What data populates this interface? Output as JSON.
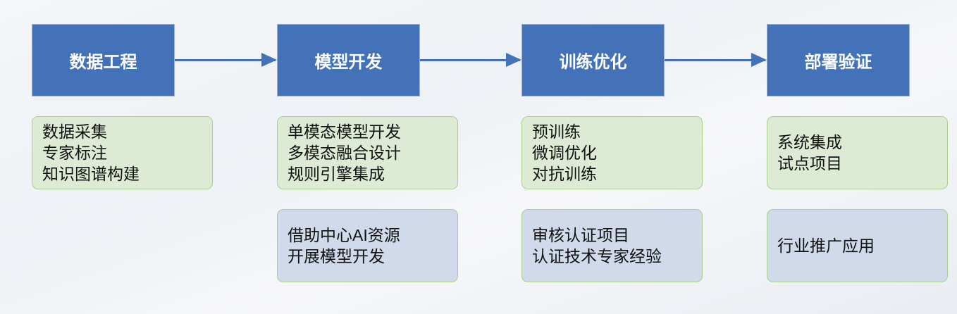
{
  "stages": [
    {
      "title": "数据工程",
      "tasks": [
        "数据采集",
        "专家标注",
        "知识图谱构建"
      ]
    },
    {
      "title": "模型开发",
      "tasks": [
        "单模态模型开发",
        "多模态融合设计",
        "规则引擎集成"
      ],
      "support": [
        "借助中心AI资源",
        "开展模型开发"
      ]
    },
    {
      "title": "训练优化",
      "tasks": [
        "预训练",
        "微调优化",
        "对抗训练"
      ],
      "support": [
        "审核认证项目",
        "认证技术专家经验"
      ]
    },
    {
      "title": "部署验证",
      "tasks": [
        "系统集成",
        "试点项目"
      ],
      "support": [
        "行业推广应用"
      ]
    }
  ],
  "colors": {
    "stage": "#4472b8",
    "task_bg": "#ddebd4",
    "support_bg": "#d0daea",
    "border": "#a9d18e"
  }
}
